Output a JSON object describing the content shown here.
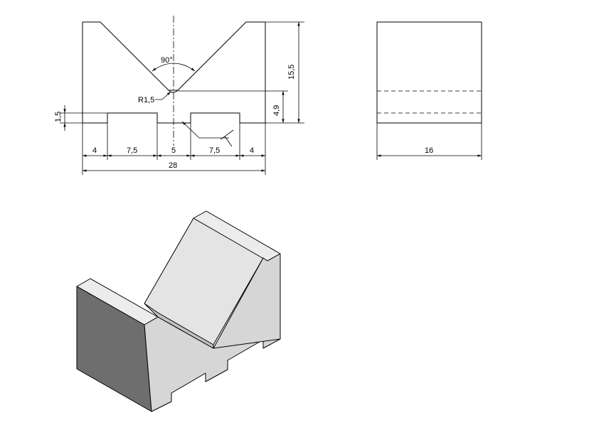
{
  "front_view": {
    "angle_label": "90°",
    "radius_label": "R1,5",
    "height_total": "15,5",
    "groove_depth": "4,9",
    "slot_depth": "1,5",
    "seg_1": "4",
    "seg_2": "7,5",
    "seg_3": "5",
    "seg_4": "7,5",
    "seg_5": "4",
    "total_width": "28"
  },
  "side_view": {
    "width": "16"
  },
  "colors": {
    "line": "#000000",
    "face_top": "#ececec",
    "face_front": "#d6d6d6",
    "face_side": "#6e6e6e",
    "face_groove": "#c2c2c2"
  }
}
